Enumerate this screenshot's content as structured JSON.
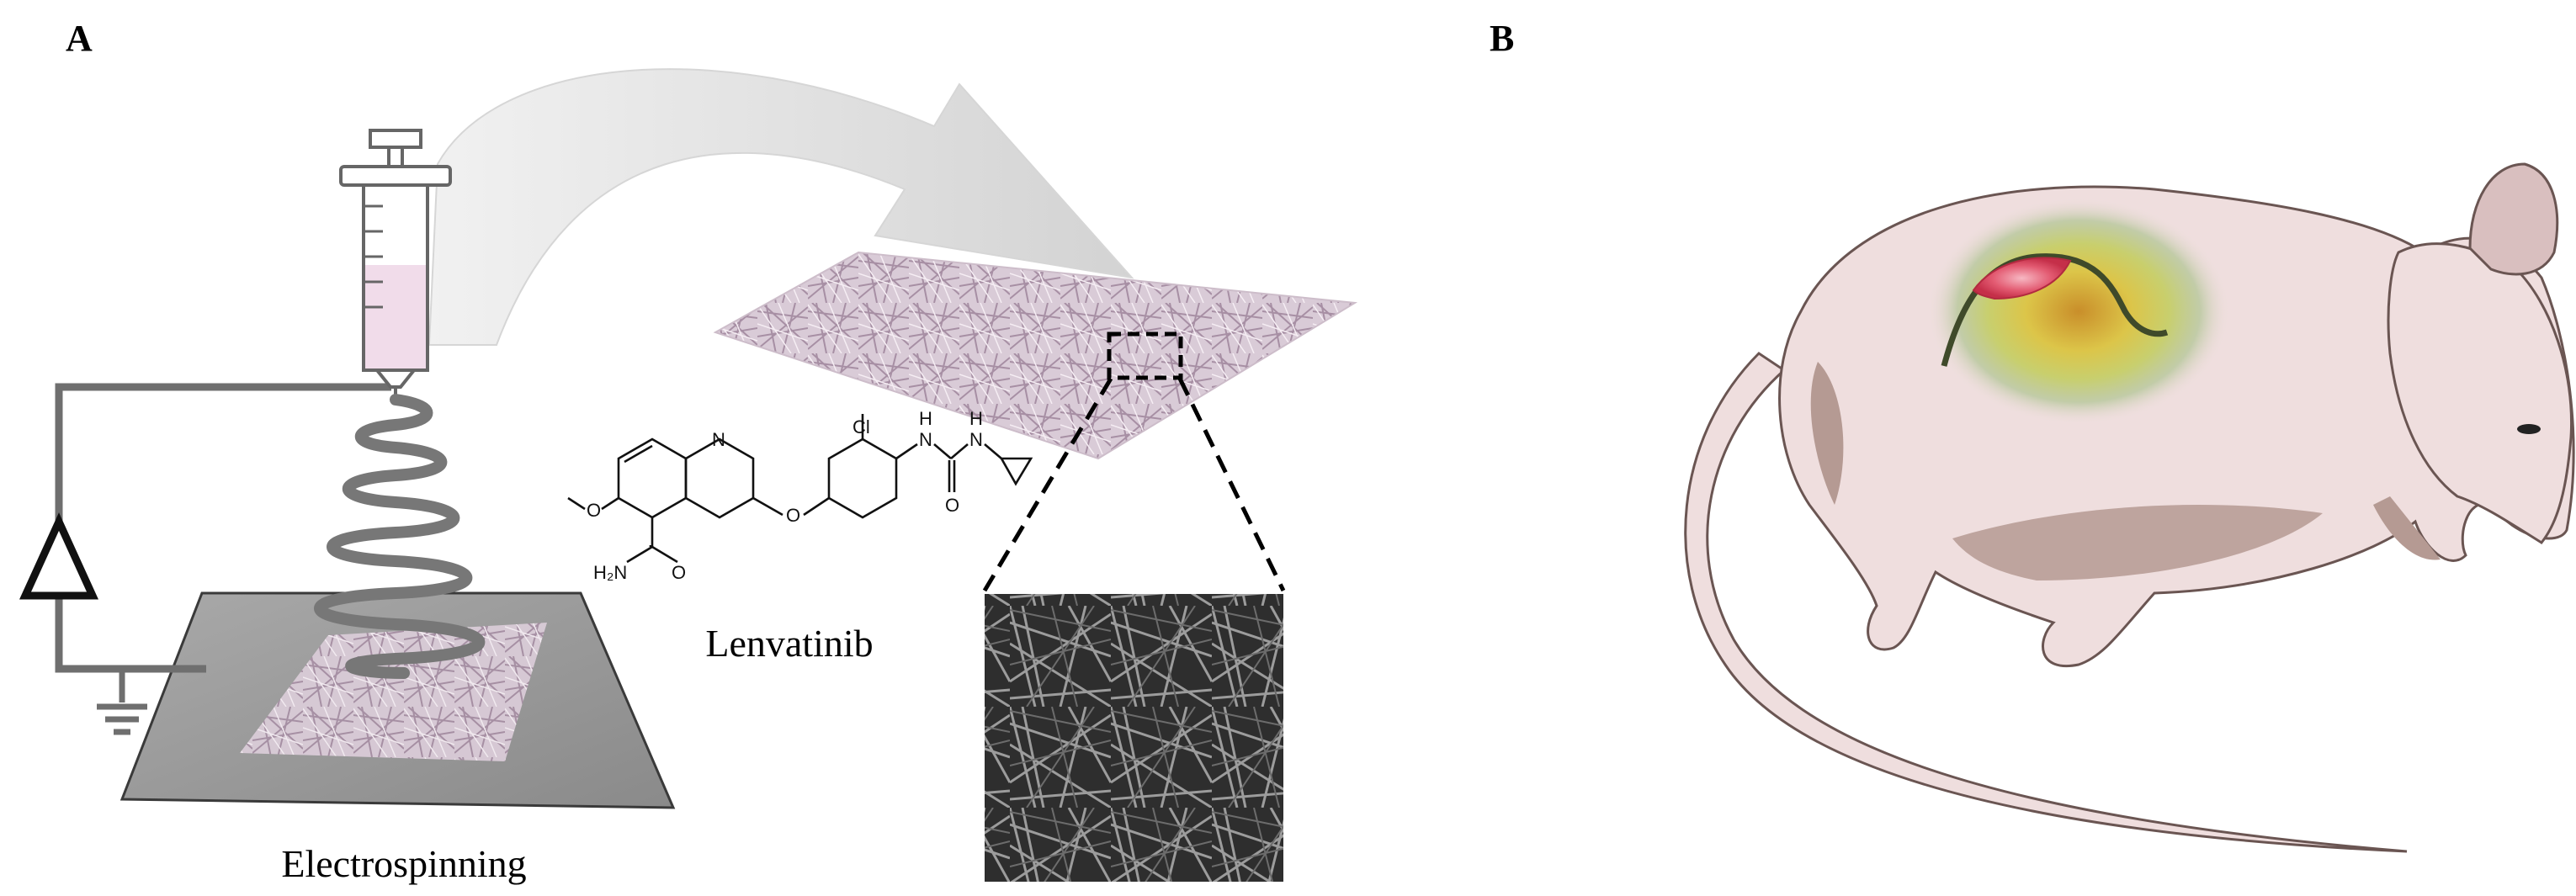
{
  "panels": {
    "a_label": "A",
    "b_label": "B"
  },
  "captions": {
    "electrospinning": "Electrospinning",
    "drug_name": "Lenvatinib"
  },
  "chemical_structure": {
    "atom_labels": {
      "n_ring": "N",
      "chlorine": "Cl",
      "nh_left": "H",
      "nh_left_n": "N",
      "nh_right": "H",
      "nh_right_n": "N",
      "o_ether": "O",
      "o_methoxy": "O",
      "o_carbonyl_urea": "O",
      "o_amide": "O",
      "amide_nh2": "H₂N"
    }
  },
  "colors": {
    "wire": "#6f6f6f",
    "plate": "#9a9a9a",
    "mesh": "#c9b6c6",
    "syringe_fluid": "#f1dcea",
    "mouse_body": "#efdede",
    "mouse_shadow": "#b59a93",
    "tumor": "#e0405a",
    "heat_yellow": "#e4d455",
    "heat_green": "#a9c88c"
  }
}
